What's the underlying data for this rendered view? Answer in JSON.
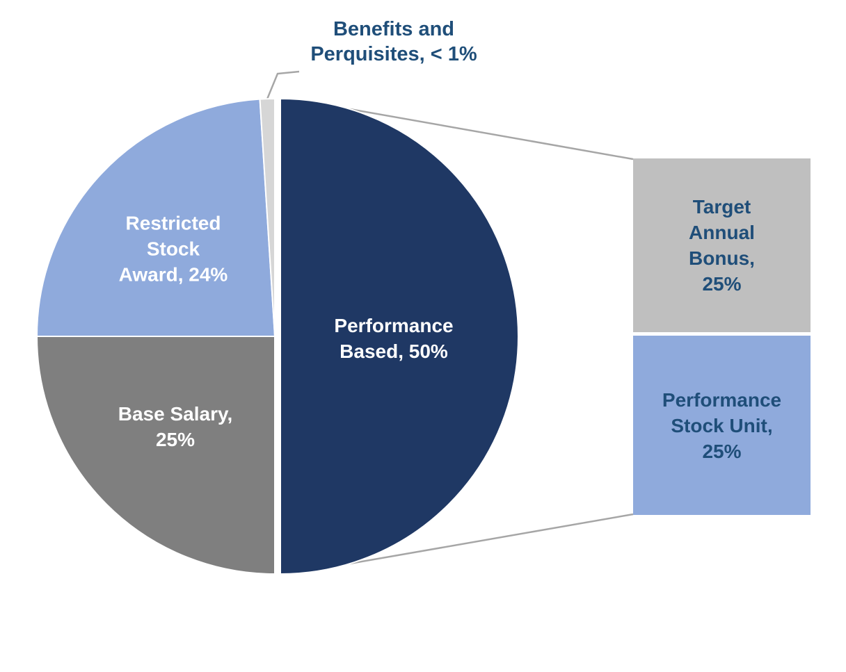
{
  "chart_data": {
    "type": "pie",
    "title": "",
    "start_angle_deg": 0,
    "direction": "clockwise",
    "legend_position": "none",
    "slices": [
      {
        "id": "performance-based",
        "name": "Performance Based",
        "value": 50,
        "label": "Performance\nBased, 50%",
        "color": "#1F3864",
        "label_color": "#FFFFFF",
        "exploded": true
      },
      {
        "id": "base-salary",
        "name": "Base Salary",
        "value": 25,
        "label": "Base Salary,\n25%",
        "color": "#7F7F7F",
        "label_color": "#FFFFFF",
        "exploded": false
      },
      {
        "id": "restricted-stock-award",
        "name": "Restricted Stock Award",
        "value": 24,
        "label": "Restricted\nStock\nAward, 24%",
        "color": "#8FAADC",
        "label_color": "#FFFFFF",
        "exploded": false
      },
      {
        "id": "benefits-perquisites",
        "name": "Benefits and Perquisites",
        "value": 1,
        "label": "Benefits and\nPerquisites, < 1%",
        "color": "#D6D6D6",
        "label_color": "#1F4E79",
        "exploded": false
      }
    ],
    "breakout": {
      "parent": "Performance Based",
      "segments": [
        {
          "id": "target-annual-bonus",
          "name": "Target Annual Bonus",
          "value": 25,
          "label": "Target\nAnnual\nBonus,\n25%",
          "color": "#BFBFBF",
          "label_color": "#1F4E79"
        },
        {
          "id": "performance-stock-unit",
          "name": "Performance Stock Unit",
          "value": 25,
          "label": "Performance\nStock Unit,\n25%",
          "color": "#8FAADC",
          "label_color": "#1F4E79"
        }
      ]
    }
  },
  "colors": {
    "background": "#FFFFFF",
    "connector": "#A6A6A6",
    "label_navy": "#1F4E79",
    "label_white": "#FFFFFF",
    "slice_outline": "#FFFFFF"
  }
}
